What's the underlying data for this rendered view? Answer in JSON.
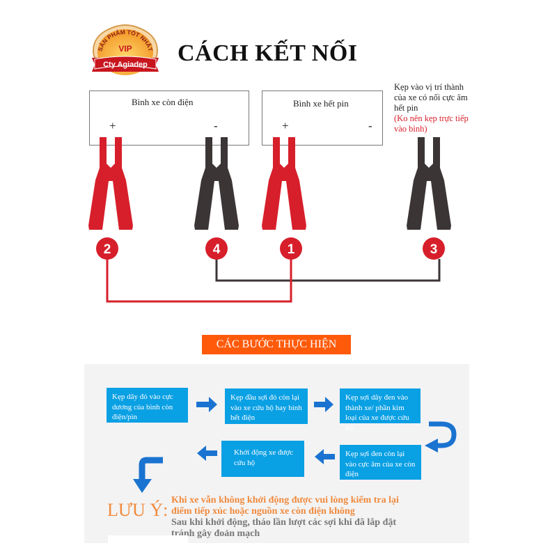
{
  "logo": {
    "arc_text": "SẢN PHẨM TỐT NHẤT",
    "center_text": "VIP",
    "ribbon_text": "Cty Agiadep"
  },
  "title": "CÁCH KẾT NỐI",
  "batteries": [
    {
      "label": "Bình xe còn điện",
      "plus": "+",
      "minus": "-"
    },
    {
      "label": "Bình xe hết pin",
      "plus": "+",
      "minus": "-"
    }
  ],
  "side_note": {
    "text": "Kẹp vào vị trí thành của xe có nối cực âm hết pin",
    "warning": "(Ko nên kẹp trực tiếp vào bình)"
  },
  "clamps": [
    {
      "color": "#d71f2b",
      "number": "2"
    },
    {
      "color": "#3b3536",
      "number": "4"
    },
    {
      "color": "#d71f2b",
      "number": "1"
    },
    {
      "color": "#3b3536",
      "number": "3"
    }
  ],
  "wire_colors": {
    "red": "#d71f2b",
    "black": "#3b3536"
  },
  "steps_heading": "CÁC BƯỚC THỰC HIỆN",
  "steps": [
    {
      "text": "Kẹp dây đỏ vào cực dương của bình còn điện/pin"
    },
    {
      "text": "Kẹp đầu sợi đỏ còn lại vào xe cứu hộ hay bình hết điện"
    },
    {
      "text": "Kẹp sợi dây đen vào thành xe/ phần kim loại của xe được cứu hộ"
    },
    {
      "text": "Kẹp sợi đen còn lại vào cực âm của xe còn điện"
    },
    {
      "text": "Khởi động xe được cứu hộ"
    }
  ],
  "note": {
    "title": "LƯU Ý:",
    "orange_line1": "Khi xe vẫn không khởi động được vui lòng kiểm tra lại",
    "orange_line2": "điểm tiếp xúc hoặc nguồn xe còn điện không",
    "gray_line1": "Sau khi khởi động, tháo lần lượt các sợi khi đã lắp đặt",
    "gray_line2": "tránh gây đoản mạch"
  },
  "colors": {
    "accent_orange": "#ff5a0a",
    "step_blue": "#0aa0e4",
    "arrow_blue": "#1a73d0",
    "note_orange": "#f08a3c"
  }
}
